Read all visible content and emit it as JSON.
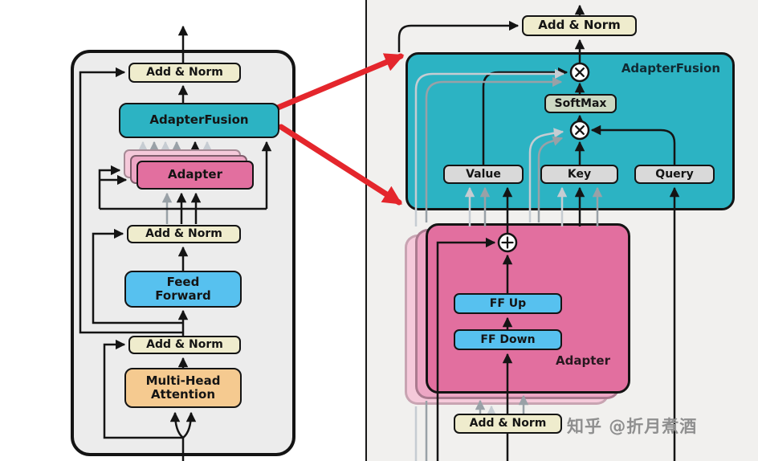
{
  "watermark": "知乎 @折月煮酒",
  "colors": {
    "teal": "#2cb3c3",
    "pink": "#e26f9f",
    "pink_shadow_1": "#eda6c4",
    "pink_shadow_2": "#f5c9da",
    "cream": "#efeccd",
    "blue": "#57c1ef",
    "orange": "#f5ca90",
    "gray_box": "#d9d9d9",
    "sage": "#ccd8c2",
    "red_arrow": "#e4262c",
    "line_black": "#141414",
    "line_gray_light": "#c6ccd2",
    "line_gray_mid": "#99a1a7"
  },
  "icons": {
    "multiply_node": "⊗",
    "sum_node": "⊕"
  },
  "left_diagram": {
    "add_norm_top": "Add & Norm",
    "adapter_fusion": "AdapterFusion",
    "adapter": "Adapter",
    "add_norm_mid": "Add & Norm",
    "feed_forward": "Feed\nForward",
    "add_norm_bottom": "Add & Norm",
    "multi_head_attention": "Multi-Head\nAttention"
  },
  "right_diagram": {
    "add_norm_top": "Add & Norm",
    "adapter_fusion": "AdapterFusion",
    "softmax": "SoftMax",
    "value": "Value",
    "key": "Key",
    "query": "Query",
    "adapter": "Adapter",
    "ff_up": "FF Up",
    "ff_down": "FF Down",
    "add_norm_bottom": "Add & Norm"
  }
}
